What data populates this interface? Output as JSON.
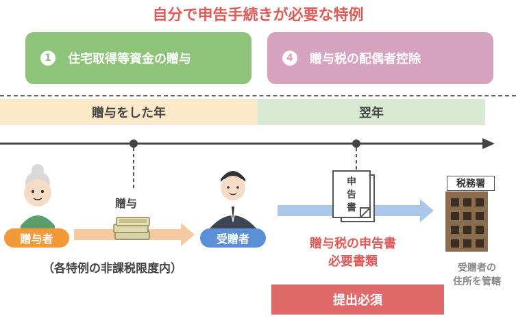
{
  "title": "自分で申告手続きが必要な特例",
  "cards": [
    {
      "num": "1",
      "label": "住宅取得等資金の贈与",
      "color": "#8dc47a"
    },
    {
      "num": "4",
      "label": "贈与税の配偶者控除",
      "color": "#d6a3be"
    }
  ],
  "timeline": {
    "year1_label": "贈与をした年",
    "year2_label": "翌年"
  },
  "left_flow": {
    "gift_label": "贈与",
    "giver_label": "贈与者",
    "receiver_label": "受贈者",
    "note": "（各特例の非課税限度内）"
  },
  "right_flow": {
    "document_text": "申告書",
    "documents_caption_line1": "贈与税の申告書",
    "documents_caption_line2": "必要書類",
    "office_label": "税務署",
    "office_caption_line1": "受贈者の",
    "office_caption_line2": "住所を管轄",
    "required_label": "提出必須"
  },
  "colors": {
    "accent_red": "#e05a5a",
    "giver_badge": "#f29a3a",
    "receiver_badge": "#5b8fd6"
  }
}
